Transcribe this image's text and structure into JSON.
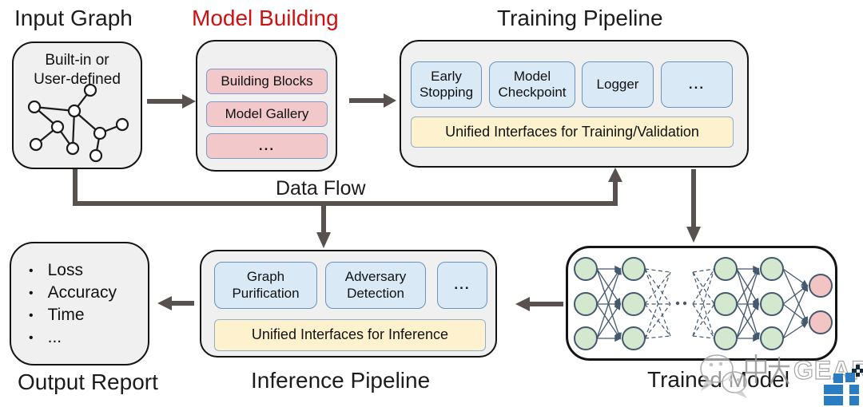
{
  "titles": {
    "input_graph": "Input Graph",
    "model_building": "Model Building",
    "training_pipeline": "Training Pipeline",
    "data_flow": "Data Flow",
    "output_report": "Output Report",
    "inference_pipeline": "Inference Pipeline",
    "trained_model": "Trained Model"
  },
  "input_graph": {
    "caption_line1": "Built-in or",
    "caption_line2": "User-defined"
  },
  "model_building": {
    "items": [
      "Building Blocks",
      "Model Gallery",
      "..."
    ]
  },
  "training_pipeline": {
    "callbacks": [
      "Early Stopping",
      "Model Checkpoint",
      "Logger",
      "..."
    ],
    "unified_interface": "Unified Interfaces for Training/Validation"
  },
  "inference_pipeline": {
    "modules": [
      "Graph Purification",
      "Adversary Detection",
      "..."
    ],
    "unified_interface": "Unified Interfaces for Inference"
  },
  "output_report": {
    "items": [
      "Loss",
      "Accuracy",
      "Time",
      "..."
    ]
  },
  "watermark": {
    "icon": "wechat-icon",
    "label_cjk": "中大",
    "label_latin": "GEAR"
  },
  "logo": {
    "name": "pixel-blocks-logo",
    "icon": "cross-icon"
  },
  "colors": {
    "title_red": "#cc1212",
    "arrow": "#59514d",
    "box_fill": "#f0f0f1",
    "pink_fill": "#f3c8cb",
    "blue_fill": "#d9e9f5",
    "yellow_fill": "#fdf2cd",
    "chip_border_blue": "#6a93be",
    "nn_line": "#44586e",
    "nn_green": "#d4e8cf",
    "nn_pink": "#f2c4c4",
    "logo_blue": "#2b7dc2"
  }
}
